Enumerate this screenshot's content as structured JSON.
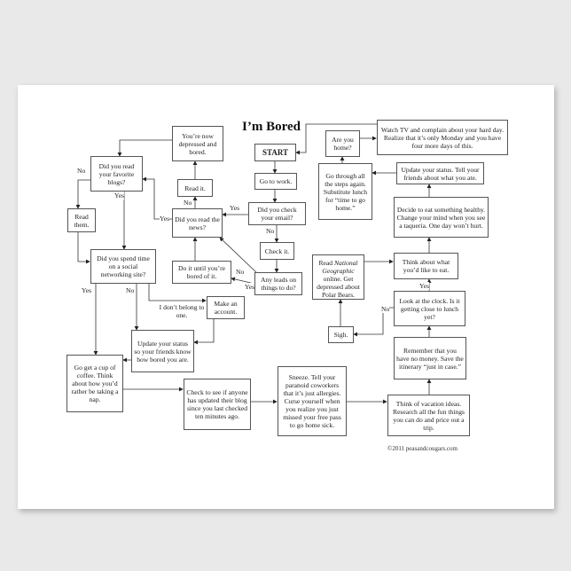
{
  "title": "I’m Bored",
  "nodes": {
    "start": "START",
    "go_to_work": "Go to work.",
    "check_email_q": "Did you check your email?",
    "check_it": "Check it.",
    "any_leads_q": "Any leads on things to do?",
    "read_news_q": "Did you read the news?",
    "read_it": "Read it.",
    "depressed": "You’re now depressed and bored.",
    "blogs_q": "Did you read your favorite blogs?",
    "read_them": "Read them.",
    "social_q": "Did you spend time on a social networking site?",
    "do_until_bored": "Do it until you’re bored of it.",
    "dont_belong": "I don’t belong to one.",
    "make_account": "Make an account.",
    "update_bored": "Update your status so your friends know how bored you are.",
    "coffee": "Go get a cup of coffee. Think about how you’d rather be taking a nap.",
    "check_blog": "Check to see if anyone has updated their blog since you last checked ten minutes ago.",
    "sneeze": "Sneeze. Tell your paranoid coworkers that it’s just allergies. Curse yourself when you realize you just missed your free pass to go home sick.",
    "vacation": "Think of vacation ideas. Research all the fun things you can do and price out a trip.",
    "no_money": "Remember that you have no money. Save the itinerary “just in case.”",
    "clock_q": "Look at the clock. Is it getting close to lunch yet?",
    "sigh": "Sigh.",
    "natgeo_pre": "Read ",
    "natgeo_italic": "National Geographic",
    "natgeo_post": " online. Get depressed about Polar Bears.",
    "think_eat": "Think about what you’d like to eat.",
    "eat_healthy": "Decide to eat something healthy. Change your mind when you see a taqueria. One day won’t hurt.",
    "update_ate": "Update your status. Tell your friends about what you ate.",
    "go_again": "Go through all the steps again. Substitute lunch for “time to go home.”",
    "home_q": "Are you home?",
    "watch_tv": "Watch TV and complain about your hard day. Realize that it’s only Monday and you have four more days of this."
  },
  "labels": {
    "yes": "Yes",
    "no": "No"
  },
  "copyright": "©2011 peasandcougars.com"
}
